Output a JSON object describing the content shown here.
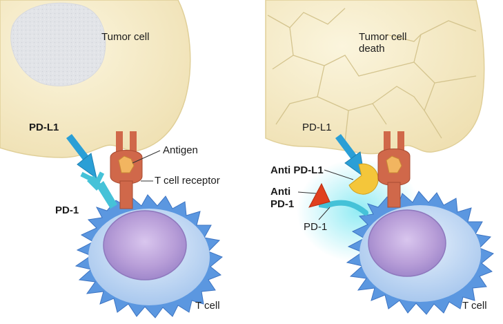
{
  "left_panel": {
    "tumor_cell_label": "Tumor cell",
    "pdl1_label": "PD-L1",
    "antigen_label": "Antigen",
    "tcr_label": "T cell receptor",
    "pd1_label": "PD-1",
    "t_cell_label": "T cell"
  },
  "right_panel": {
    "tumor_death_label_line1": "Tumor cell",
    "tumor_death_label_line2": "death",
    "pdl1_label": "PD-L1",
    "anti_pdl1_label": "Anti PD-L1",
    "anti_pd1_label_line1": "Anti",
    "anti_pd1_label_line2": "PD-1",
    "pd1_label": "PD-1",
    "t_cell_label": "T cell"
  },
  "colors": {
    "tumor_fill": "#f6ecc6",
    "tumor_nucleus": "#e4e6ea",
    "t_cell_membrane": "#5b97e0",
    "t_cell_nucleus": "#b89ed8",
    "pd_l1": "#2a9fd6",
    "pd_1": "#45c2d8",
    "tcr": "#d0684a",
    "antigen": "#f2b560",
    "anti_pd_l1": "#f4c63a",
    "anti_pd_1": "#e0401e"
  }
}
